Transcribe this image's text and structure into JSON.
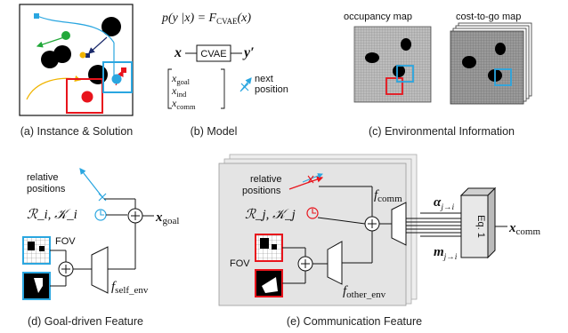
{
  "captions": {
    "a": "(a) Instance & Solution",
    "b": "(b) Model",
    "c": "(c) Environmental Information",
    "d": "(d) Goal-driven Feature",
    "e": "(e) Communication Feature"
  },
  "model": {
    "formula_lhs": "p(y |x) = F",
    "formula_sub": "CVAE",
    "formula_rhs": "(x)",
    "x": "x",
    "block": "CVAE",
    "y": "y′",
    "vec_goal": "goal",
    "vec_ind": "ind",
    "vec_comm": "comm",
    "next_position": [
      "next",
      "position"
    ]
  },
  "env": {
    "occupancy_label": "occupancy map",
    "cost_label": "cost-to-go map"
  },
  "goal_feature": {
    "relative_positions": [
      "relative",
      "positions"
    ],
    "ri_ki": "ℛ_i, 𝒦_i",
    "fov": "FOV",
    "f": "f",
    "f_sub": "self_env",
    "x": "x",
    "x_sub": "goal"
  },
  "comm_feature": {
    "relative_positions": [
      "relative",
      "positions"
    ],
    "rj_kj": "ℛ_j, 𝒦_j",
    "fov": "FOV",
    "f_comm": "f",
    "f_comm_sub": "comm",
    "f_other": "f",
    "f_other_sub": "other_env",
    "alpha": "α",
    "alpha_sub": "j→i",
    "m": "m",
    "m_sub": "j→i",
    "eq": "Eq. 1",
    "x": "x",
    "x_sub": "comm"
  },
  "colors": {
    "red": "#e8141c",
    "blue": "#2aa6e0",
    "green": "#22a83a",
    "yellow": "#f0b400",
    "navy": "#1b2a6b",
    "gray_panel": "#e6e6e6"
  }
}
